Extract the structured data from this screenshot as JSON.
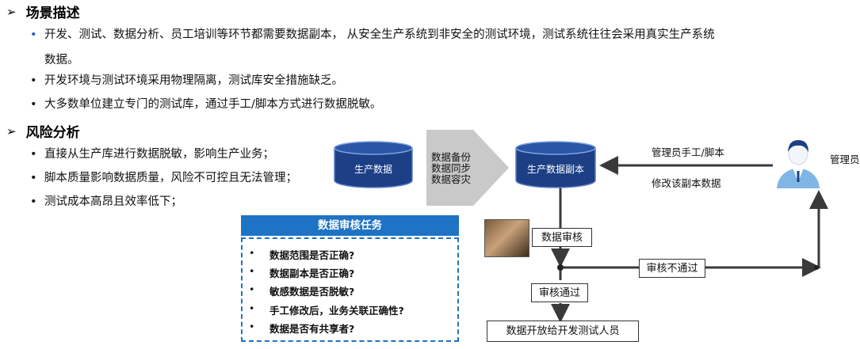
{
  "section1": {
    "heading": "场景描述",
    "bullets": [
      "开发、测试、数据分析、员工培训等环节都需要数据副本， 从安全生产系统到非安全的测试环境，测试系统往往会采用真实生产系统",
      "开发环境与测试环境采用物理隔离，测试库安全措施缺乏。",
      "大多数单位建立专门的测试库，通过手工/脚本方式进行数据脱敏。"
    ],
    "bullet1_continuation": "数据。"
  },
  "section2": {
    "heading": "风险分析",
    "bullets": [
      "直接从生产库进行数据脱敏，影响生产业务；",
      "脚本质量影响数据质量，风险不可控且无法管理；",
      "测试成本高昂且效率低下；"
    ]
  },
  "diagram": {
    "prod_db": "生产数据",
    "copy_db": "生产数据副本",
    "transfer_lines": [
      "数据备份",
      "数据同步",
      "数据容灾"
    ],
    "admin_line1": "管理员手工/脚本",
    "admin_line2": "修改该副本数据",
    "admin_label": "管理员",
    "audit": "数据审核",
    "audit_fail": "审核不通过",
    "audit_pass": "审核通过",
    "release": "数据开放给开发测试人员"
  },
  "tasks": {
    "title": "数据审核任务",
    "items": [
      "数据范围是否正确?",
      "数据副本是否正确?",
      "敏感数据是否脱敏?",
      "手工修改后，业务关联正确性?",
      "数据是否有共享者?"
    ]
  },
  "colors": {
    "accent_blue": "#1f73c4",
    "db_fill": "#1d3f86",
    "bullet_blue": "#1f5fbf",
    "line": "#3a3a3a"
  }
}
